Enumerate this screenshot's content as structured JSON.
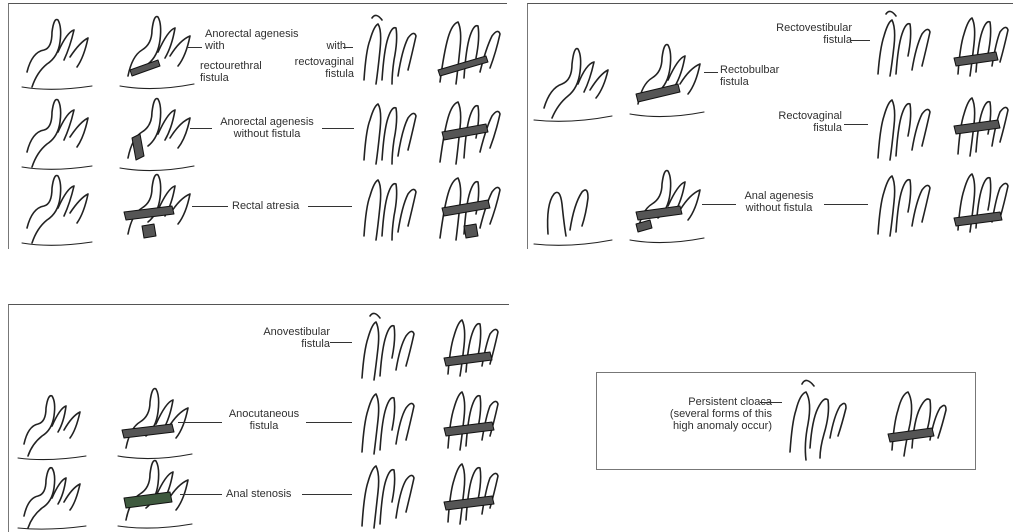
{
  "panels": {
    "top_left": {
      "labels": {
        "anorectal_agenesis_with": "Anorectal agenesis\nwith",
        "rectourethral_fistula": "rectourethral\nfistula",
        "with": "with",
        "rectovaginal_fistula": "rectovaginal\nfistula",
        "anorectal_agenesis_without": "Anorectal agenesis\nwithout fistula",
        "rectal_atresia": "Rectal atresia"
      }
    },
    "top_right": {
      "labels": {
        "rectovestibular": "Rectovestibular\nfistula",
        "rectobulbar": "Rectobulbar\nfistula",
        "rectovaginal": "Rectovaginal\nfistula",
        "anal_agenesis": "Anal agenesis\nwithout fistula"
      }
    },
    "bottom_left": {
      "labels": {
        "anovestibular": "Anovestibular\nfistula",
        "anocutaneous": "Anocutaneous\nfistula",
        "anal_stenosis": "Anal stenosis"
      }
    },
    "bottom_right": {
      "labels": {
        "cloaca": "Persistent cloaca\n(several forms of this\nhigh anomaly occur)"
      }
    }
  }
}
